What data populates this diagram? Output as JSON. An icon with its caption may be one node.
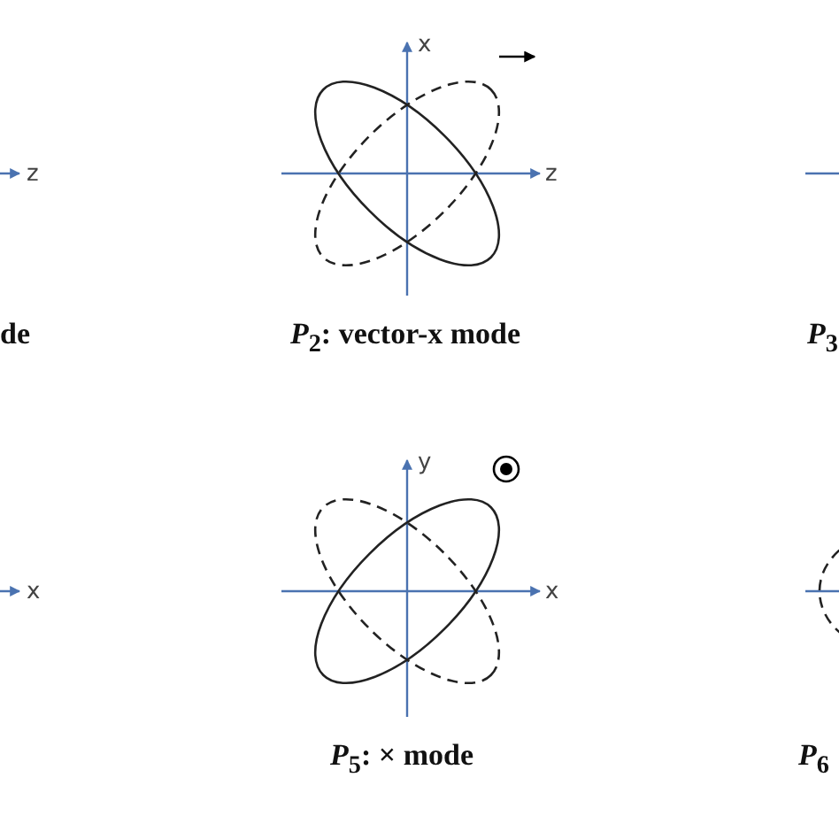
{
  "diagram": {
    "labels": [
      "x",
      "z",
      "z",
      "de",
      "*P*$_{2}$: vector-x mode",
      "*P*$_{3}$",
      "y",
      "x",
      "x",
      "*P*$_{5}$: × mode",
      "*P*$_{6}$"
    ]
  }
}
